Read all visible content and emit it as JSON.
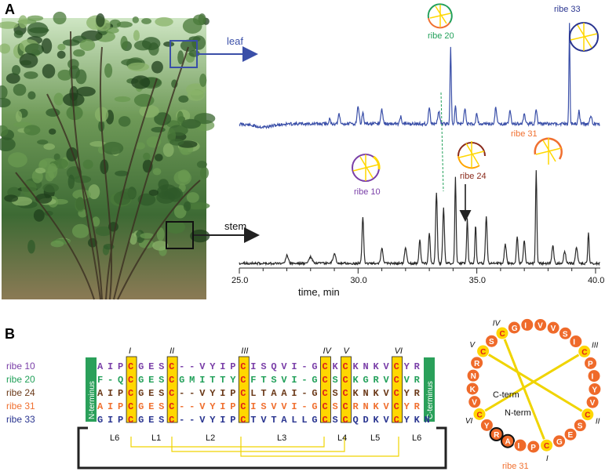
{
  "panel_a": {
    "label": "A",
    "tags": {
      "leaf": "leaf",
      "stem": "stem"
    },
    "x_axis": {
      "label": "time, min",
      "ticks": [
        "25.0",
        "26.0",
        "27.0",
        "28.0",
        "29.0",
        "30.0",
        "31.0",
        "32.0",
        "33.0",
        "34.0",
        "35.0",
        "36.0",
        "37.0",
        "38.0",
        "39.0",
        "40.0"
      ],
      "labeled_ticks": [
        "25.0",
        "30.0",
        "35.0",
        "40.0"
      ]
    },
    "peak_labels": {
      "ribe20": "ribe 20",
      "ribe33": "ribe 33",
      "ribe10": "ribe 10",
      "ribe24": "ribe 24",
      "ribe31": "ribe 31"
    },
    "colors": {
      "leaf_trace": "#3a4fa8",
      "stem_trace": "#2a2a2a",
      "ribe10": "#7a3fa8",
      "ribe20": "#22a05a",
      "ribe24": "#8a2a1a",
      "ribe31": "#f07030",
      "ribe33": "#2a3590"
    }
  },
  "panel_b": {
    "label": "B",
    "roman": [
      "I",
      "II",
      "III",
      "IV",
      "V",
      "VI"
    ],
    "sequences": [
      {
        "name": "ribe 10",
        "seq": "AIPCGESC--VYIPCISQVI-GCKCKNKVCYR",
        "color": "#7a3fa8"
      },
      {
        "name": "ribe 20",
        "seq": "F-QCGESCGMITTYCFTSVI-GCSCKGRVCVR",
        "color": "#22a05a"
      },
      {
        "name": "ribe 24",
        "seq": "AIPCGESC--VYIPCLTAAI-GCSCKNKVCYR",
        "color": "#6b3a1a"
      },
      {
        "name": "ribe 31",
        "seq": "AIPCGESC--VYIPCISVVI-GCSCRNKVCYR",
        "color": "#f07030"
      },
      {
        "name": "ribe 33",
        "seq": "GIPCGESC--VYIPCTVTALLGCSCQDKVCYKN",
        "color": "#2a3590"
      }
    ],
    "n_terminus": "N-terminus",
    "c_terminus": "C-terminus",
    "loops": [
      "L6",
      "L1",
      "L2",
      "L3",
      "L4",
      "L5",
      "L6"
    ],
    "ring": {
      "residues": [
        "A",
        "I",
        "P",
        "C",
        "G",
        "E",
        "S",
        "C",
        "V",
        "Y",
        "I",
        "P",
        "C",
        "I",
        "S",
        "V",
        "V",
        "I",
        "G",
        "C",
        "S",
        "C",
        "R",
        "N",
        "K",
        "V",
        "C",
        "Y",
        "R"
      ],
      "c_term": "C-term",
      "n_term": "N-term",
      "name": "ribe 31"
    }
  }
}
